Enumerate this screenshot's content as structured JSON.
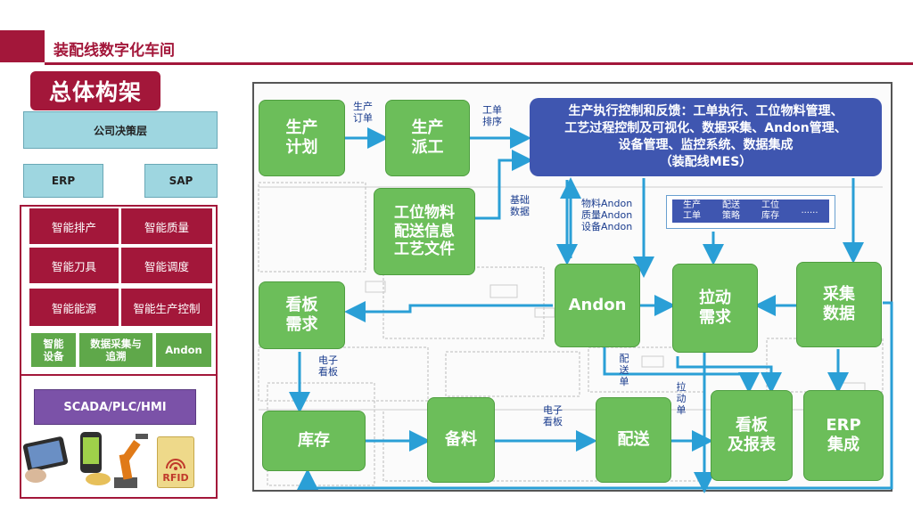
{
  "header": {
    "title": "装配线数字化车间"
  },
  "section": {
    "title": "总体构架"
  },
  "left": {
    "company_layer": "公司决策层",
    "erp": "ERP",
    "sap": "SAP",
    "smart_modules": [
      "智能排产",
      "智能质量",
      "智能刀具",
      "智能调度",
      "智能能源",
      "智能生产控制"
    ],
    "bottom_modules": {
      "device": "智能\n设备",
      "data": "数据采集与\n追溯",
      "andon": "Andon"
    },
    "scada": "SCADA/PLC/HMI",
    "rfid": "RFID",
    "icons": [
      "tablet-icon",
      "smartphone-icon",
      "robot-arm-icon",
      "rfid-tag-icon"
    ]
  },
  "diagram": {
    "nodes": {
      "plan": "生产\n计划",
      "dispatch": "生产\n派工",
      "materials": "工位物料\n配送信息\n工艺文件",
      "kanban_demand": "看板\n需求",
      "andon": "Andon",
      "pull_demand": "拉动\n需求",
      "collect": "采集\n数据",
      "inventory": "库存",
      "prep": "备料",
      "delivery": "配送",
      "kanban_report": "看板\n及报表",
      "erp_integ": "ERP\n集成"
    },
    "mes": {
      "line1": "生产执行控制和反馈：工单执行、工位物料管理、",
      "line2": "工艺过程控制及可视化、数据采集、Andon管理、",
      "line3": "设备管理、监控系统、数据集成",
      "line4": "（装配线MES）"
    },
    "labels": {
      "production_order": "生产\n订单",
      "work_order_sort": "工单\n排序",
      "base_data": "基础\n数据",
      "andon_types": "物料Andon\n质量Andon\n设备Andon",
      "e_kanban_1": "电子\n看板",
      "e_kanban_2": "电子\n看板",
      "delivery_order": "配\n送\n单",
      "pull_order": "拉\n动\n单"
    },
    "infobar": [
      "生产\n工单",
      "配送\n策略",
      "工位\n库存",
      "......"
    ]
  }
}
